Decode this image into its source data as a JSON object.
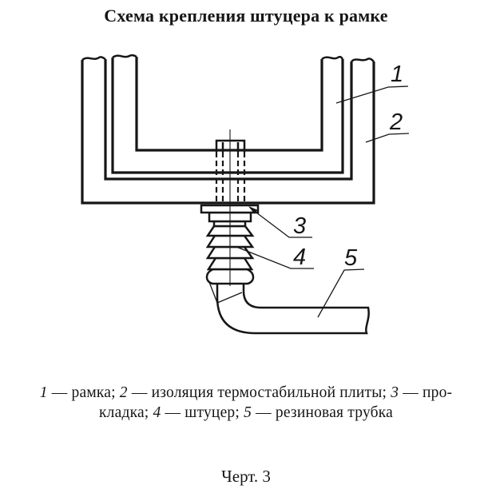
{
  "title": "Схема крепления штуцера к рамке",
  "caption": "Черт. 3",
  "colors": {
    "ink": "#161616",
    "paper": "#ffffff"
  },
  "callouts": {
    "c1": "1",
    "c2": "2",
    "c3": "3",
    "c4": "4",
    "c5": "5"
  },
  "legend": {
    "line1": {
      "n1": "1",
      "t1": " — рамка; ",
      "n2": "2",
      "t2": " — изоляция термостабильной плиты; ",
      "n3": "3",
      "t3": " — про-"
    },
    "line2": {
      "t0": "кладка; ",
      "n4": "4",
      "t4": " — штуцер; ",
      "n5": "5",
      "t5": " — резиновая трубка"
    }
  }
}
